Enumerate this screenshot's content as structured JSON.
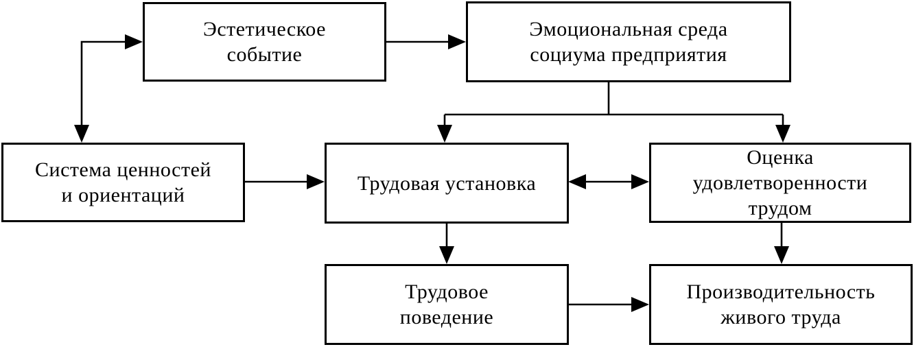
{
  "colors": {
    "background": "#ffffff",
    "line": "#000000",
    "text": "#000000",
    "node_fill": "#ffffff"
  },
  "nodes": {
    "aesthetic_event": {
      "lines": [
        "Эстетическое",
        "событие"
      ]
    },
    "emotional_environment": {
      "lines": [
        "Эмоциональная среда",
        "социума предприятия"
      ]
    },
    "value_system": {
      "lines": [
        "Система ценностей",
        "и ориентаций"
      ]
    },
    "work_attitude": {
      "lines": [
        "Трудовая установка"
      ]
    },
    "satisfaction_assessment": {
      "lines": [
        "Оценка",
        "удовлетворенности",
        "трудом"
      ]
    },
    "work_behavior": {
      "lines": [
        "Трудовое",
        "поведение"
      ]
    },
    "labor_productivity": {
      "lines": [
        "Производительность",
        "живого труда"
      ]
    }
  },
  "edges": [
    {
      "from": "value_system",
      "to": "aesthetic_event",
      "style": "elbow",
      "bidirectional": true
    },
    {
      "from": "aesthetic_event",
      "to": "emotional_environment",
      "style": "straight",
      "bidirectional": false
    },
    {
      "from": "emotional_environment",
      "to": "work_attitude",
      "style": "branch",
      "bidirectional": false
    },
    {
      "from": "emotional_environment",
      "to": "satisfaction_assessment",
      "style": "branch",
      "bidirectional": false
    },
    {
      "from": "value_system",
      "to": "work_attitude",
      "style": "straight",
      "bidirectional": false
    },
    {
      "from": "work_attitude",
      "to": "satisfaction_assessment",
      "style": "straight",
      "bidirectional": true
    },
    {
      "from": "work_attitude",
      "to": "work_behavior",
      "style": "straight",
      "bidirectional": false
    },
    {
      "from": "satisfaction_assessment",
      "to": "labor_productivity",
      "style": "straight",
      "bidirectional": false
    },
    {
      "from": "work_behavior",
      "to": "labor_productivity",
      "style": "straight",
      "bidirectional": false
    }
  ]
}
